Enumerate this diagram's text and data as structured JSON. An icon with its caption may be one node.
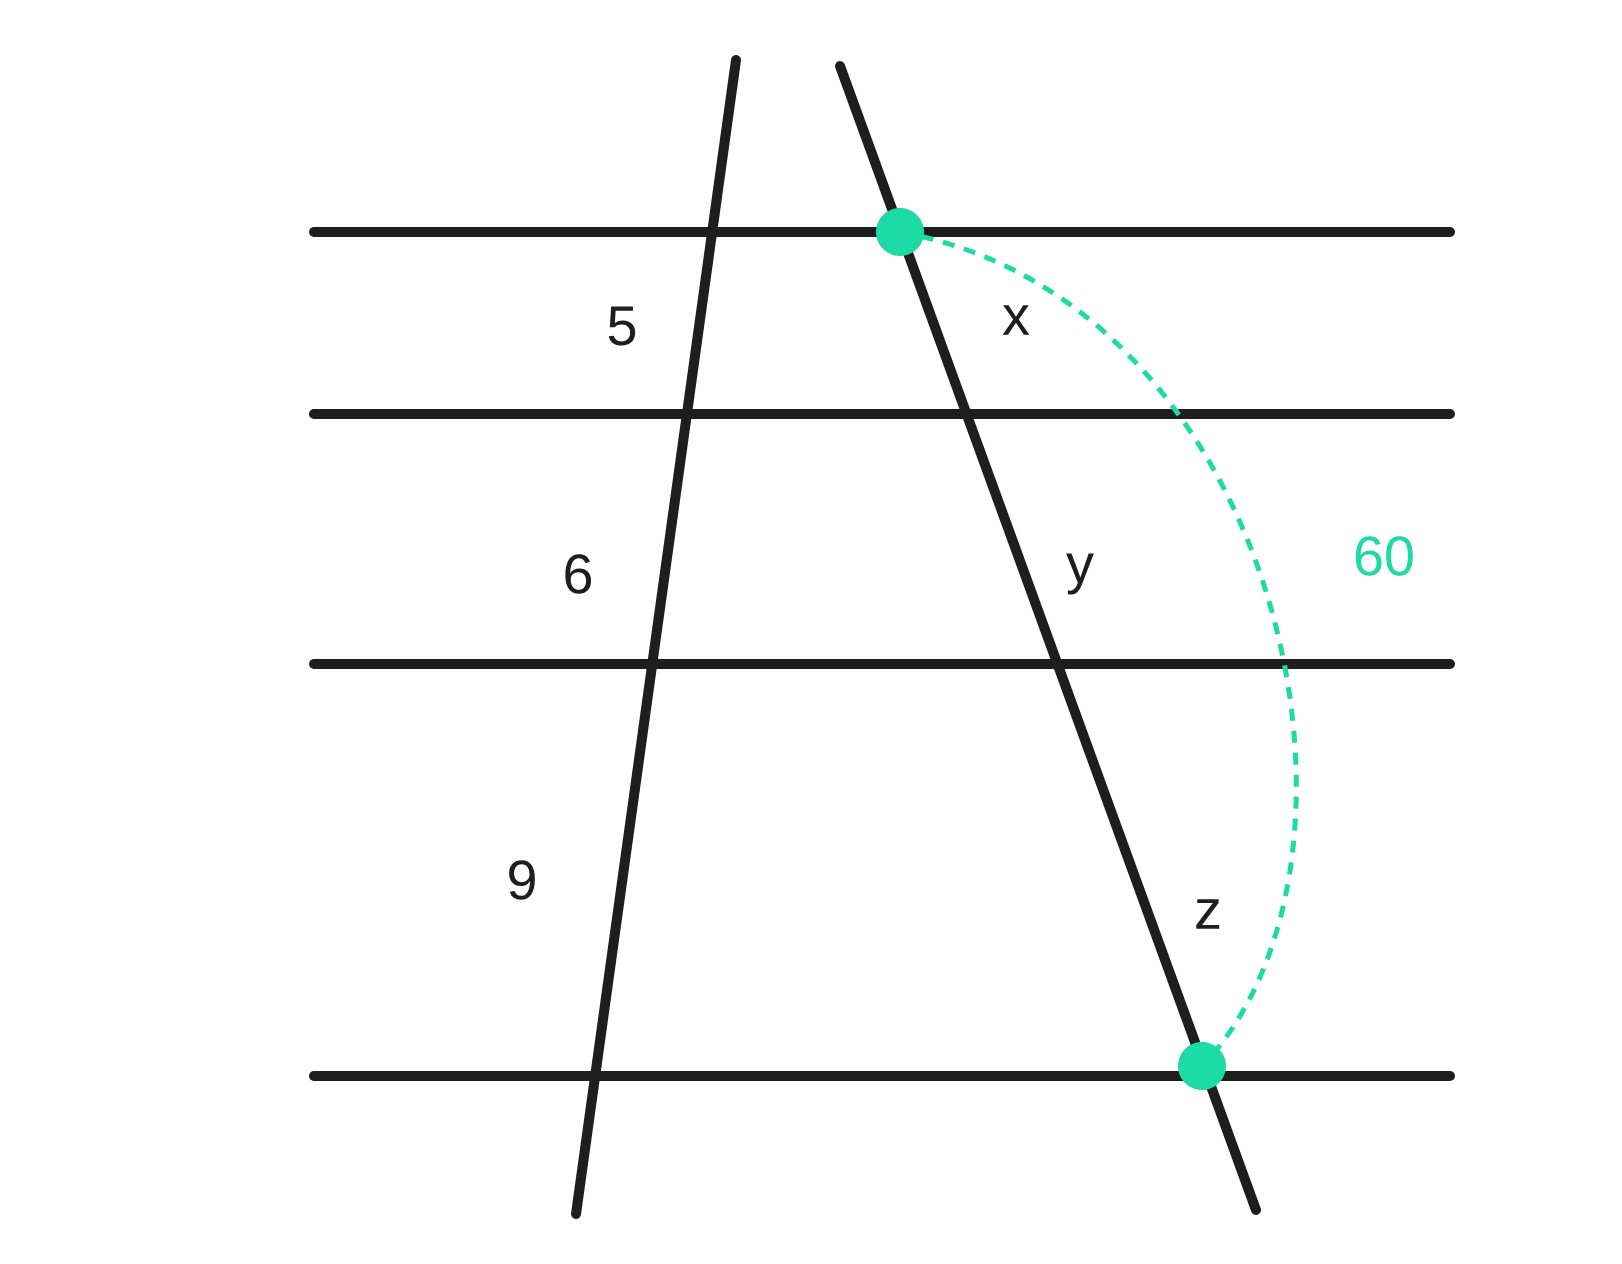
{
  "diagram": {
    "labels": [
      "5",
      "x",
      "6",
      "y",
      "9",
      "z",
      "60"
    ]
  }
}
